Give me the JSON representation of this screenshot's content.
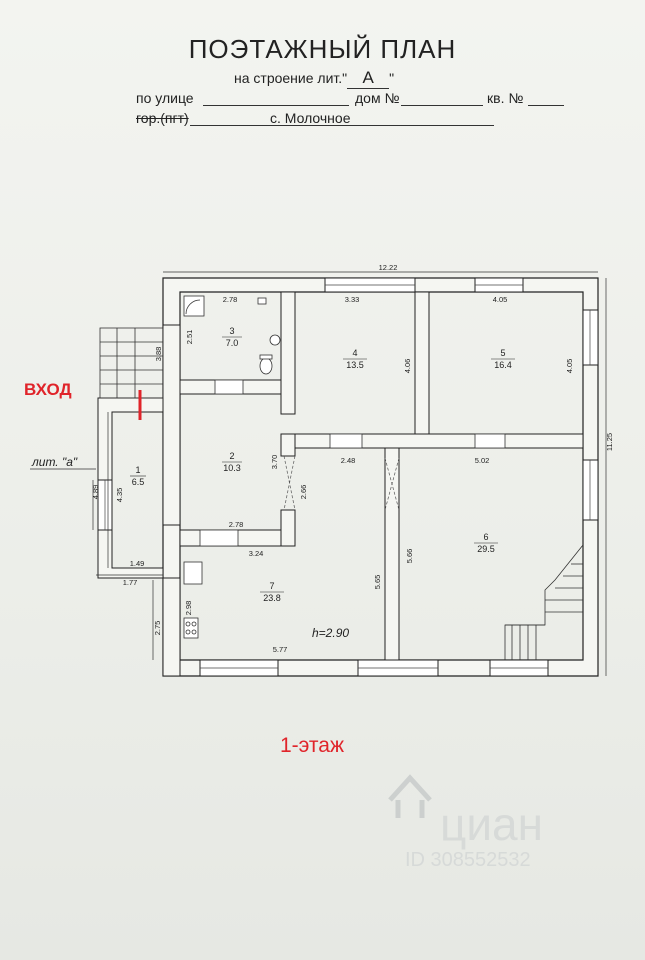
{
  "header": {
    "title": "ПОЭТАЖНЫЙ ПЛАН",
    "structure_prefix": "на строение лит.\"",
    "structure_letter": "А",
    "structure_suffix": "\"",
    "street_label": "по улице",
    "house_label": "дом №",
    "apartment_label": "кв. №",
    "city_label": "гор.(пгт)",
    "city_value": "с. Молочное"
  },
  "annotations": {
    "entrance": "ВХОД",
    "lit_a": "лит. \"а\"",
    "floor": "1-этаж",
    "height": "h=2.90"
  },
  "rooms": [
    {
      "num": "1",
      "area": "6.5"
    },
    {
      "num": "2",
      "area": "10.3"
    },
    {
      "num": "3",
      "area": "7.0"
    },
    {
      "num": "4",
      "area": "13.5"
    },
    {
      "num": "5",
      "area": "16.4"
    },
    {
      "num": "6",
      "area": "29.5"
    },
    {
      "num": "7",
      "area": "23.8"
    }
  ],
  "dimensions": {
    "overall_width": "12.22",
    "overall_height": "11.25",
    "d278a": "2.78",
    "d333": "3.33",
    "d405a": "4.05",
    "d251": "2.51",
    "d388": "3.88",
    "d406": "4.06",
    "d405b": "4.05",
    "d370": "3.70",
    "d248": "2.48",
    "d502": "5.02",
    "d266": "2.66",
    "d489": "4.89",
    "d435": "4.35",
    "d278b": "2.78",
    "d324": "3.24",
    "d565": "5.65",
    "d566": "5.66",
    "d149": "1.49",
    "d177": "1.77",
    "d298": "2.98",
    "d275": "2.75",
    "d577": "5.77"
  },
  "watermark": {
    "brand": "циан",
    "id": "ID 308552532"
  }
}
